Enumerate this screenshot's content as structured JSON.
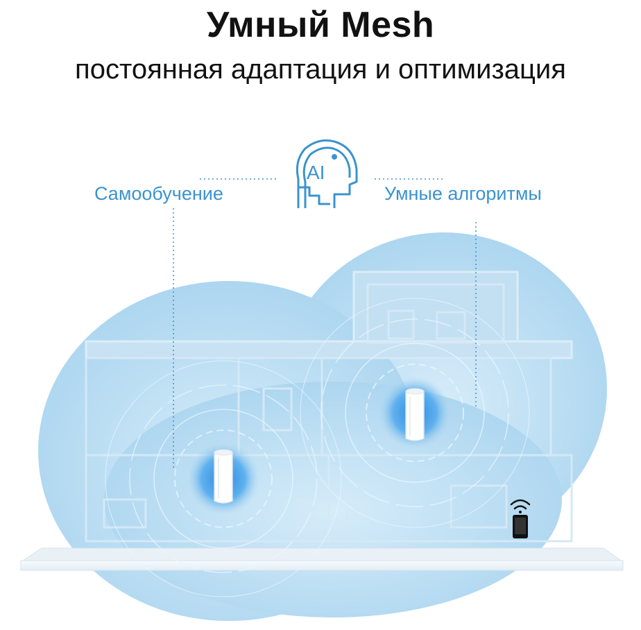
{
  "header": {
    "title": "Умный Mesh",
    "subtitle": "постоянная адаптация и оптимизация"
  },
  "features": {
    "left": "Самообучение",
    "right": "Умные алгоритмы"
  },
  "ai_badge": {
    "icon": "ai-head-icon",
    "letters": "AI"
  },
  "colors": {
    "accent": "#3a93cf",
    "cloud": "#bfe0f4",
    "title": "#111111"
  }
}
